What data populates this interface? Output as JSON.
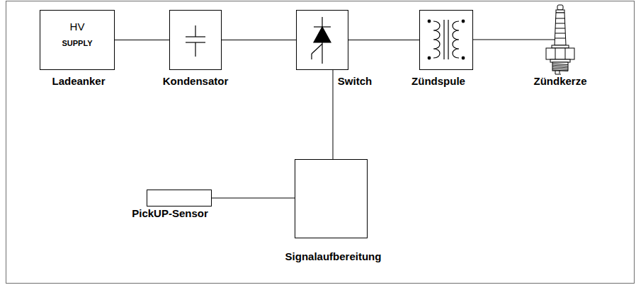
{
  "diagram": {
    "nodes": [
      {
        "text": [
          "HV",
          "SUPPLY",
          "Ladeanker"
        ]
      },
      {
        "text": [
          "Kondensator"
        ]
      },
      {
        "text": [
          "Switch"
        ]
      },
      {
        "text": [
          "Zündspule"
        ]
      },
      {
        "text": [
          "Zündkerze"
        ]
      },
      {
        "text": [
          "Signalaufbereitung"
        ]
      },
      {
        "text": [
          "PickUP-Sensor"
        ]
      }
    ],
    "edges": [
      {
        "from": 0,
        "to": 1,
        "arrow": "none"
      },
      {
        "from": 1,
        "to": 2,
        "arrow": "none"
      },
      {
        "from": 2,
        "to": 3,
        "arrow": "none"
      },
      {
        "from": 3,
        "to": 4,
        "arrow": "none"
      },
      {
        "from": 5,
        "to": 2,
        "arrow": "none"
      },
      {
        "from": 6,
        "to": 5,
        "arrow": "none"
      }
    ]
  }
}
